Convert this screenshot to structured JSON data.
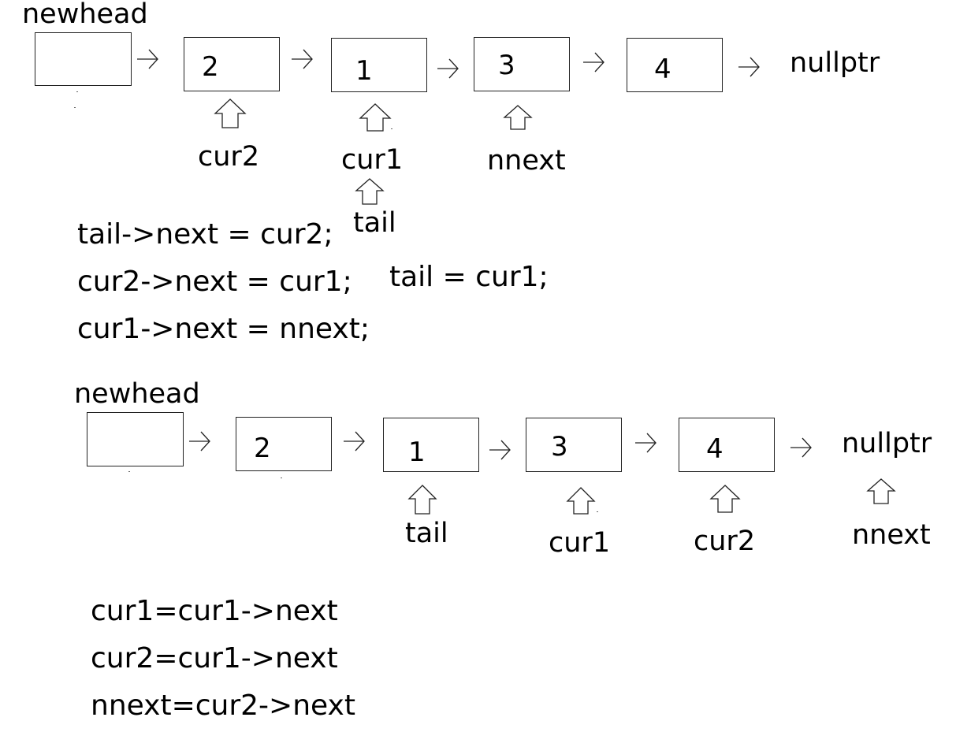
{
  "top": {
    "newhead_label": "newhead",
    "nodes": [
      "2",
      "1",
      "3",
      "4"
    ],
    "null_label": "nullptr",
    "pointers": {
      "cur2": "cur2",
      "cur1": "cur1",
      "nnext": "nnext",
      "tail": "tail"
    }
  },
  "code_top": {
    "line1": "tail->next = cur2;",
    "line2": "cur2->next = cur1;",
    "line3": "cur1->next = nnext;",
    "side": "tail = cur1;"
  },
  "bottom": {
    "newhead_label": "newhead",
    "nodes": [
      "2",
      "1",
      "3",
      "4"
    ],
    "null_label": "nullptr",
    "pointers": {
      "tail": "tail",
      "cur1": "cur1",
      "cur2": "cur2",
      "nnext": "nnext"
    }
  },
  "code_bottom": {
    "line1": "cur1=cur1->next",
    "line2": "cur2=cur1->next",
    "line3": "nnext=cur2->next"
  }
}
